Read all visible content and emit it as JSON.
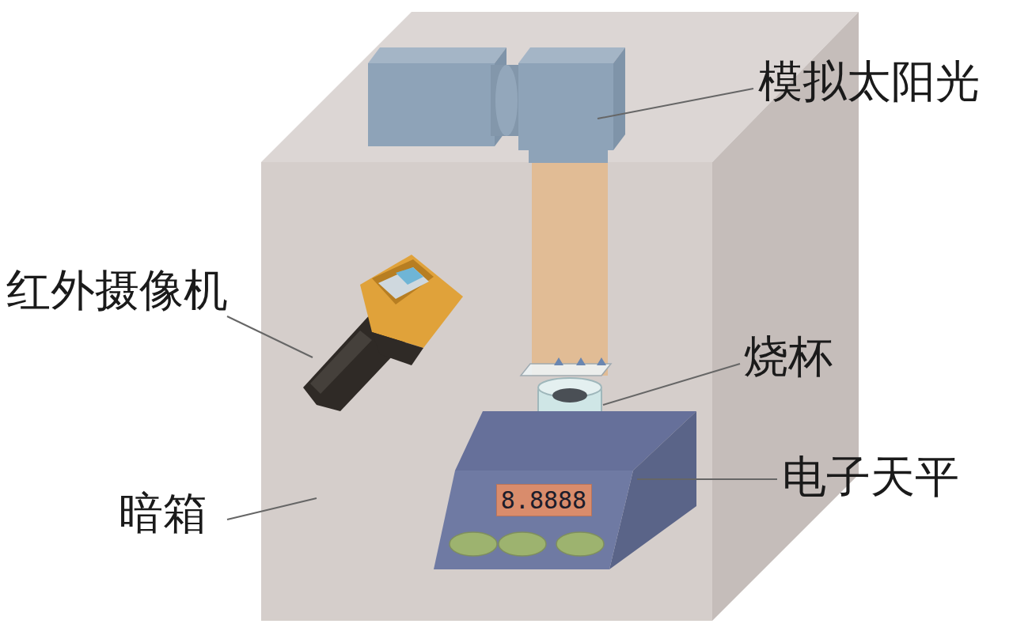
{
  "diagram": {
    "nodes": [
      {
        "text": [
          "8.8888"
        ]
      }
    ],
    "edges": [],
    "labels": [
      "模拟太阳光",
      "红外摄像机",
      "烧杯",
      "电子天平",
      "暗箱"
    ]
  }
}
